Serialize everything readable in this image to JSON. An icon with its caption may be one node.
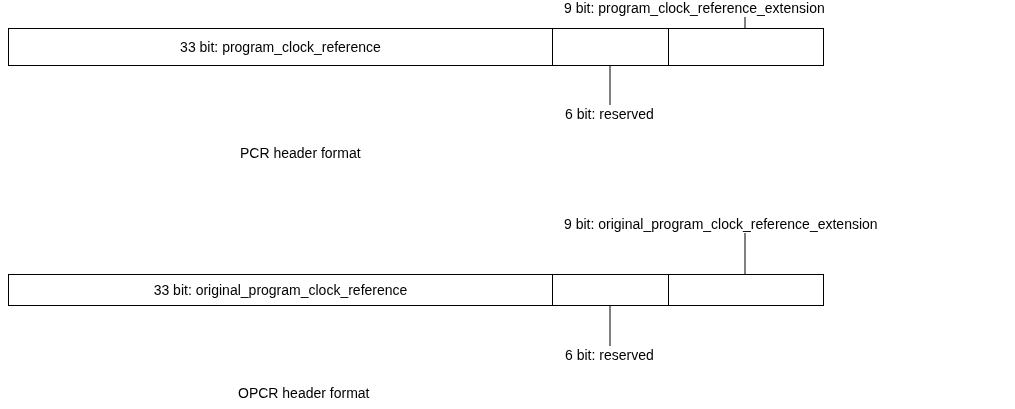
{
  "diagram": {
    "nodes": [
      {
        "text": [
          "9 bit: program_clock_reference_extension"
        ]
      },
      {
        "text": [
          "33 bit: program_clock_reference"
        ]
      },
      {
        "text": [],
        "shape": "box"
      },
      {
        "text": [],
        "shape": "box"
      },
      {
        "text": [
          "6 bit: reserved"
        ]
      },
      {
        "text": [
          "9 bit: original_program_clock_reference_extension"
        ]
      },
      {
        "text": [
          "33 bit: original_program_clock_reference"
        ]
      },
      {
        "text": [],
        "shape": "box"
      },
      {
        "text": [],
        "shape": "box"
      },
      {
        "text": [
          "6 bit: reserved"
        ]
      }
    ],
    "edges": [
      {
        "from": 0,
        "to": 3,
        "arrow": "none"
      },
      {
        "from": 4,
        "to": 2,
        "arrow": "none"
      },
      {
        "from": 5,
        "to": 8,
        "arrow": "none"
      },
      {
        "from": 9,
        "to": 7,
        "arrow": "none"
      }
    ],
    "labels": [
      "PCR header format",
      "OPCR header format"
    ]
  }
}
